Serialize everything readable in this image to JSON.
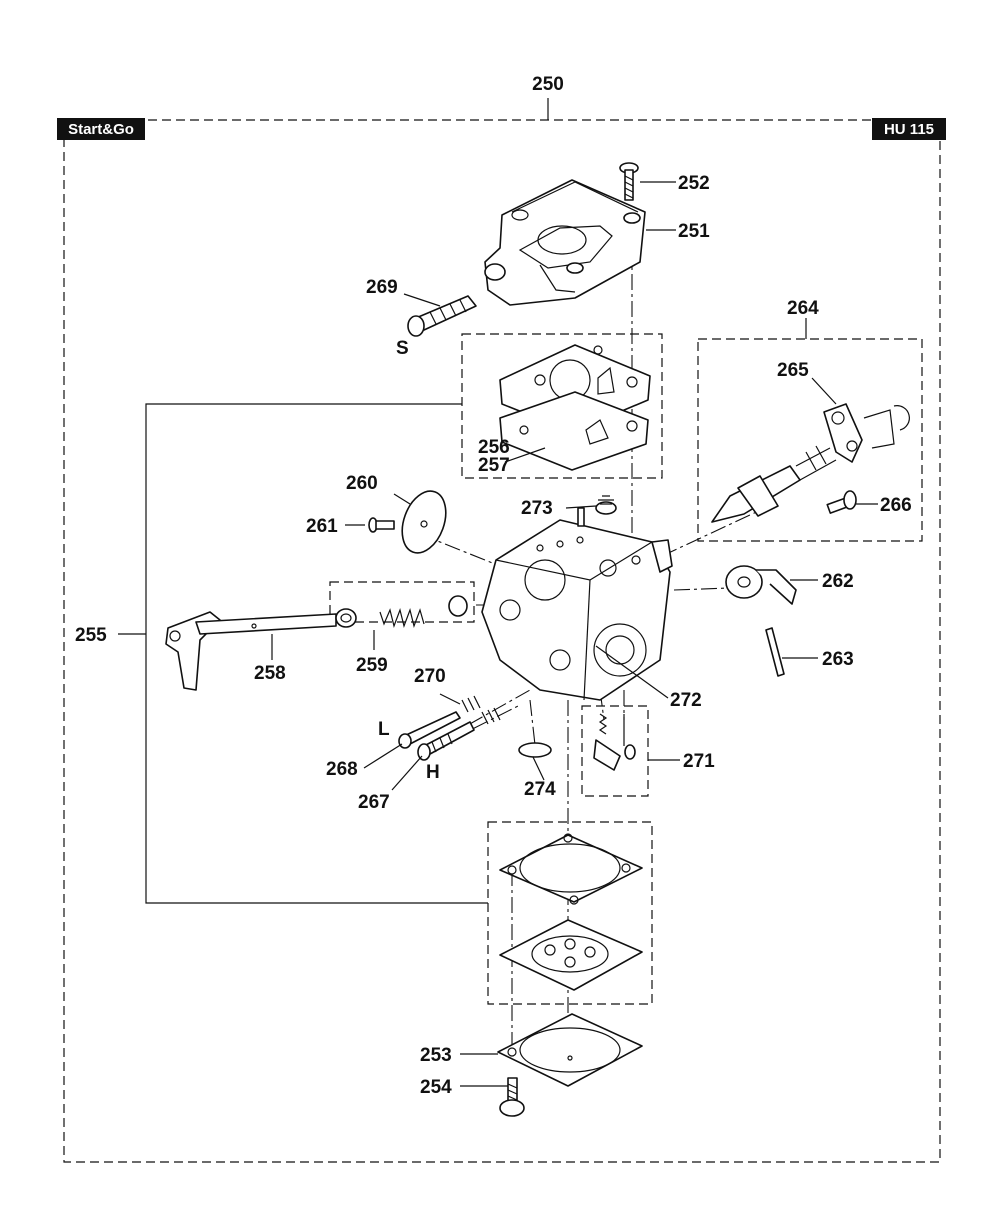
{
  "badges": {
    "left": "Start&Go",
    "right": "HU 115"
  },
  "labels": {
    "p250": "250",
    "p251": "251",
    "p252": "252",
    "p253": "253",
    "p254": "254",
    "p255": "255",
    "p256": "256",
    "p257": "257",
    "p258": "258",
    "p259": "259",
    "p260": "260",
    "p261": "261",
    "p262": "262",
    "p263": "263",
    "p264": "264",
    "p265": "265",
    "p266": "266",
    "p267": "267",
    "p268": "268",
    "p269": "269",
    "p270": "270",
    "p271": "271",
    "p272": "272",
    "p273": "273",
    "p274": "274",
    "s": "S",
    "l": "L",
    "h": "H"
  }
}
